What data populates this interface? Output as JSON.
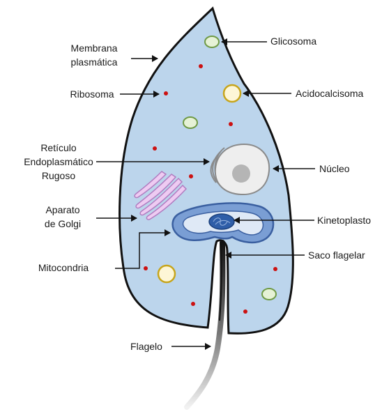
{
  "diagram": {
    "labels": {
      "membrana_line1": "Membrana",
      "membrana_line2": "plasmática",
      "ribosoma": "Ribosoma",
      "reticulo_line1": "Retículo",
      "reticulo_line2": "Endoplasmático",
      "reticulo_line3": "Rugoso",
      "golgi_line1": "Aparato",
      "golgi_line2": "de Golgi",
      "mitocondria": "Mitocondria",
      "flagelo": "Flagelo",
      "glicosoma": "Glicosoma",
      "acidocalcisoma": "Acidocalcisoma",
      "nucleo": "Núcleo",
      "kinetoplasto": "Kinetoplasto",
      "saco_flagelar": "Saco flagelar"
    },
    "colors": {
      "cytoplasm": "#bcd5ec",
      "membrane": "#111111",
      "ribosome": "#cc1111",
      "glycosome_fill": "#e6f2d6",
      "glycosome_stroke": "#6f9a45",
      "acidocalcisome_fill": "#fdf6d6",
      "acidocalcisome_stroke": "#c7a51c",
      "nucleus_fill": "#eeeeee",
      "nucleolus": "#b5b5b5",
      "er": "#8a8a8a",
      "golgi_fill": "#eecbf2",
      "golgi_stroke": "#b07cc0",
      "mitochondrion": "#7a9ed4",
      "mitochondrion_stroke": "#3a5fa0",
      "kinetoplast": "#2f5ea8"
    }
  }
}
